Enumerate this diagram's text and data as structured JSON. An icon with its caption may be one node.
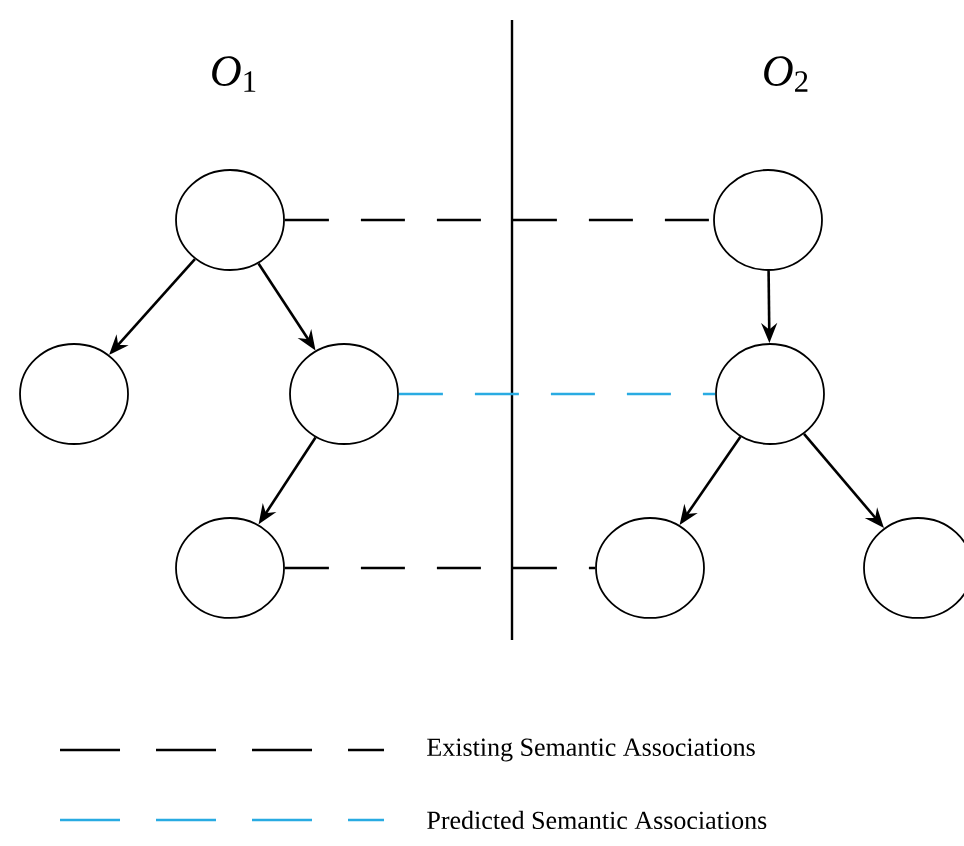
{
  "diagram": {
    "nodes": [
      {
        "text": [],
        "shape": "circle"
      },
      {
        "text": [],
        "shape": "circle"
      },
      {
        "text": [],
        "shape": "circle"
      },
      {
        "text": [],
        "shape": "circle"
      },
      {
        "text": [],
        "shape": "circle"
      },
      {
        "text": [],
        "shape": "circle"
      },
      {
        "text": [],
        "shape": "circle"
      },
      {
        "text": [],
        "shape": "circle"
      }
    ],
    "edges": [
      {
        "from": 0,
        "to": 1,
        "arrow": "to"
      },
      {
        "from": 0,
        "to": 2,
        "arrow": "to"
      },
      {
        "from": 2,
        "to": 3,
        "arrow": "to"
      },
      {
        "from": 4,
        "to": 5,
        "arrow": "to"
      },
      {
        "from": 5,
        "to": 6,
        "arrow": "to"
      },
      {
        "from": 5,
        "to": 7,
        "arrow": "to"
      },
      {
        "from": 0,
        "to": 4,
        "arrow": "none",
        "style": "dashed"
      },
      {
        "from": 2,
        "to": 5,
        "arrow": "none",
        "style": "dashed",
        "color": "#29abe2"
      },
      {
        "from": 3,
        "to": 6,
        "arrow": "none",
        "style": "dashed"
      }
    ],
    "labels": [
      "*O*$_{1}$",
      "*O*$_{2}$"
    ],
    "legend": [
      {
        "text": "Existing Semantic Associations"
      },
      {
        "text": "Predicted Semantic Associations"
      }
    ]
  }
}
